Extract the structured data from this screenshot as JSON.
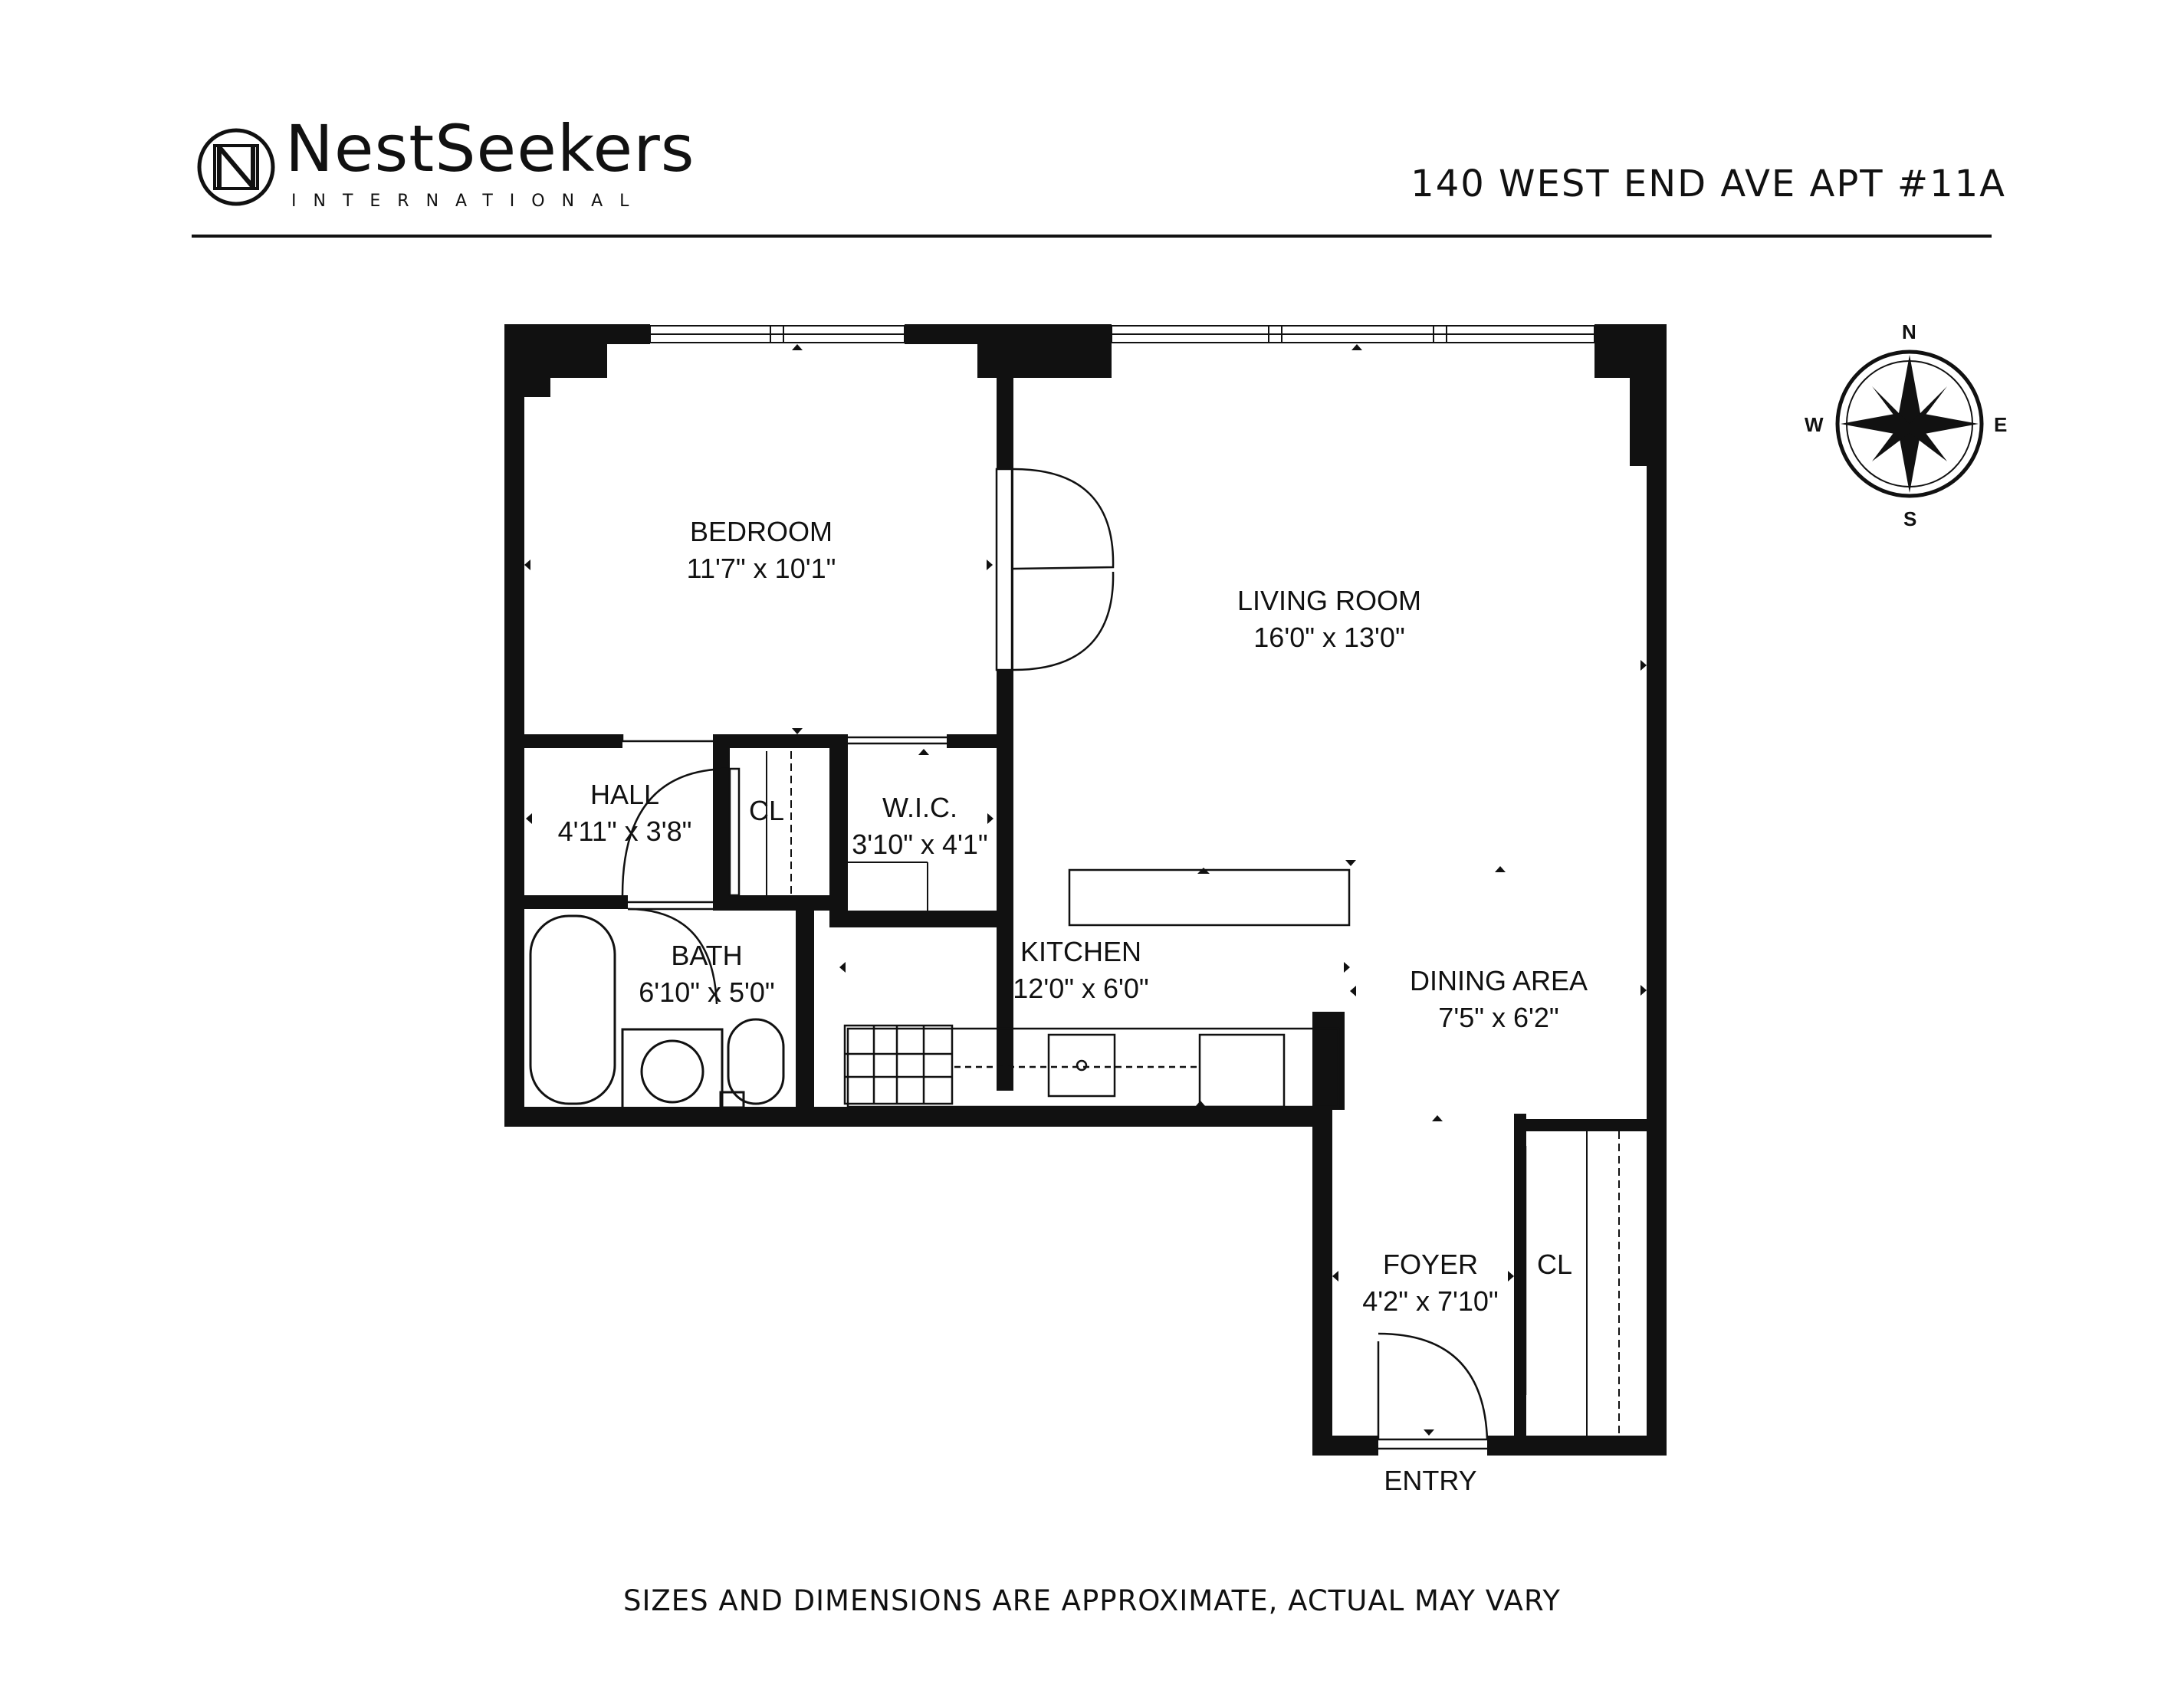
{
  "brand": {
    "name": "NestSeekers",
    "subtitle": "INTERNATIONAL",
    "logo_icon": "circle-n-icon"
  },
  "header": {
    "address": "140 WEST END AVE APT #11A"
  },
  "rooms": {
    "bedroom": {
      "name": "BEDROOM",
      "dims": "11'7\" x 10'1\""
    },
    "living_room": {
      "name": "LIVING ROOM",
      "dims": "16'0\" x 13'0\""
    },
    "hall": {
      "name": "HALL",
      "dims": "4'11\" x 3'8\""
    },
    "closet_hall": {
      "name": "CL"
    },
    "wic": {
      "name": "W.I.C.",
      "dims": "3'10\" x 4'1\""
    },
    "bath": {
      "name": "BATH",
      "dims": "6'10\" x 5'0\""
    },
    "kitchen": {
      "name": "KITCHEN",
      "dims": "12'0\" x 6'0\""
    },
    "dining_area": {
      "name": "DINING AREA",
      "dims": "7'5\" x 6'2\""
    },
    "foyer": {
      "name": "FOYER",
      "dims": "4'2\" x 7'10\""
    },
    "closet_foyer": {
      "name": "CL"
    },
    "entry": {
      "name": "ENTRY"
    }
  },
  "compass": {
    "n": "N",
    "s": "S",
    "e": "E",
    "w": "W",
    "icon": "compass-rose-icon"
  },
  "footer": {
    "disclaimer": "SIZES AND DIMENSIONS ARE APPROXIMATE, ACTUAL MAY VARY"
  },
  "colors": {
    "ink": "#111111",
    "background": "#ffffff"
  }
}
